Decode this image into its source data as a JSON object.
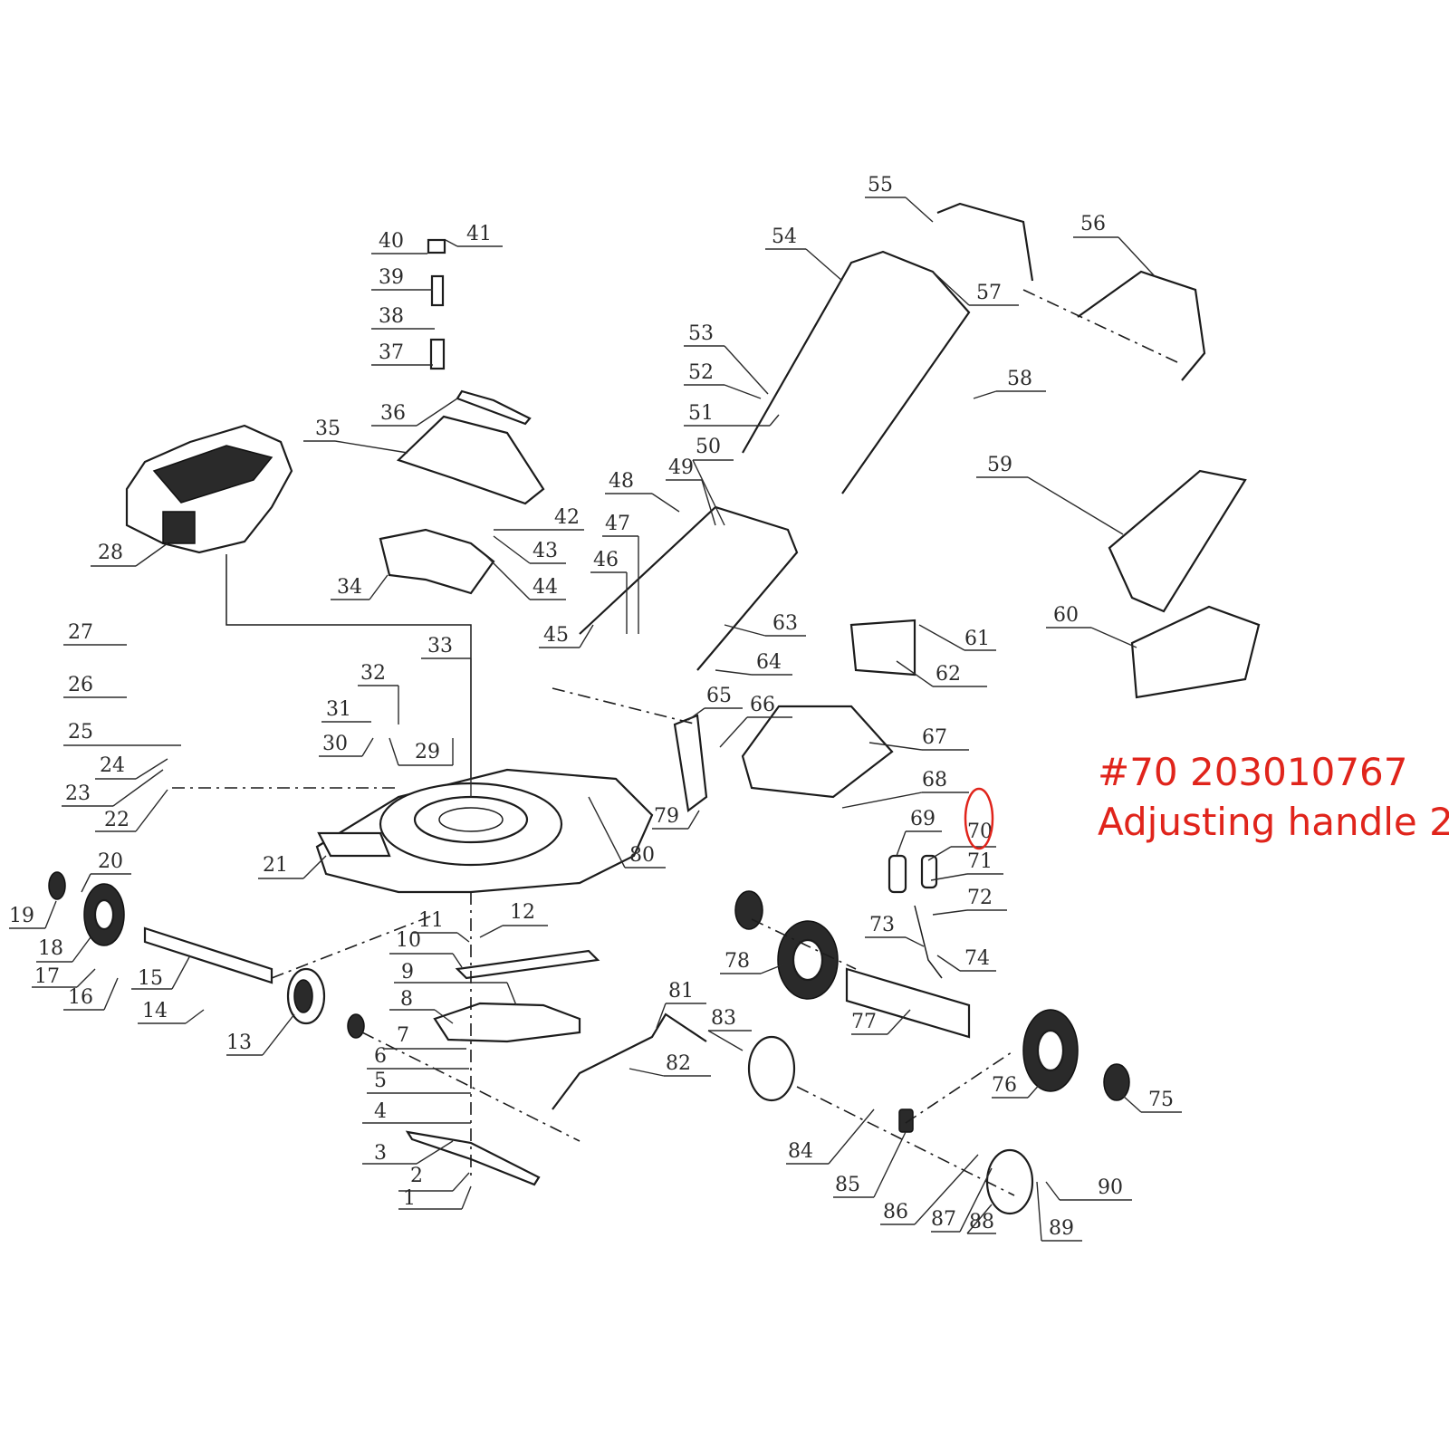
{
  "diagram": {
    "callout_numbers": [
      "1",
      "2",
      "3",
      "4",
      "5",
      "6",
      "7",
      "8",
      "9",
      "10",
      "11",
      "12",
      "13",
      "14",
      "15",
      "16",
      "17",
      "18",
      "19",
      "20",
      "21",
      "22",
      "23",
      "24",
      "25",
      "26",
      "27",
      "28",
      "29",
      "30",
      "31",
      "32",
      "33",
      "34",
      "35",
      "36",
      "37",
      "38",
      "39",
      "40",
      "41",
      "42",
      "43",
      "44",
      "45",
      "46",
      "47",
      "48",
      "49",
      "50",
      "51",
      "52",
      "53",
      "54",
      "55",
      "56",
      "57",
      "58",
      "59",
      "60",
      "61",
      "62",
      "63",
      "64",
      "65",
      "66",
      "67",
      "68",
      "69",
      "70",
      "71",
      "72",
      "73",
      "74",
      "75",
      "76",
      "77",
      "78",
      "79",
      "80",
      "81",
      "82",
      "83",
      "84",
      "85",
      "86",
      "87",
      "88",
      "89",
      "90"
    ],
    "highlight_color": "#e0241b",
    "highlighted_part": "70"
  },
  "annotation": {
    "line1": "#70 203010767",
    "line2": "Adjusting handle 2"
  }
}
